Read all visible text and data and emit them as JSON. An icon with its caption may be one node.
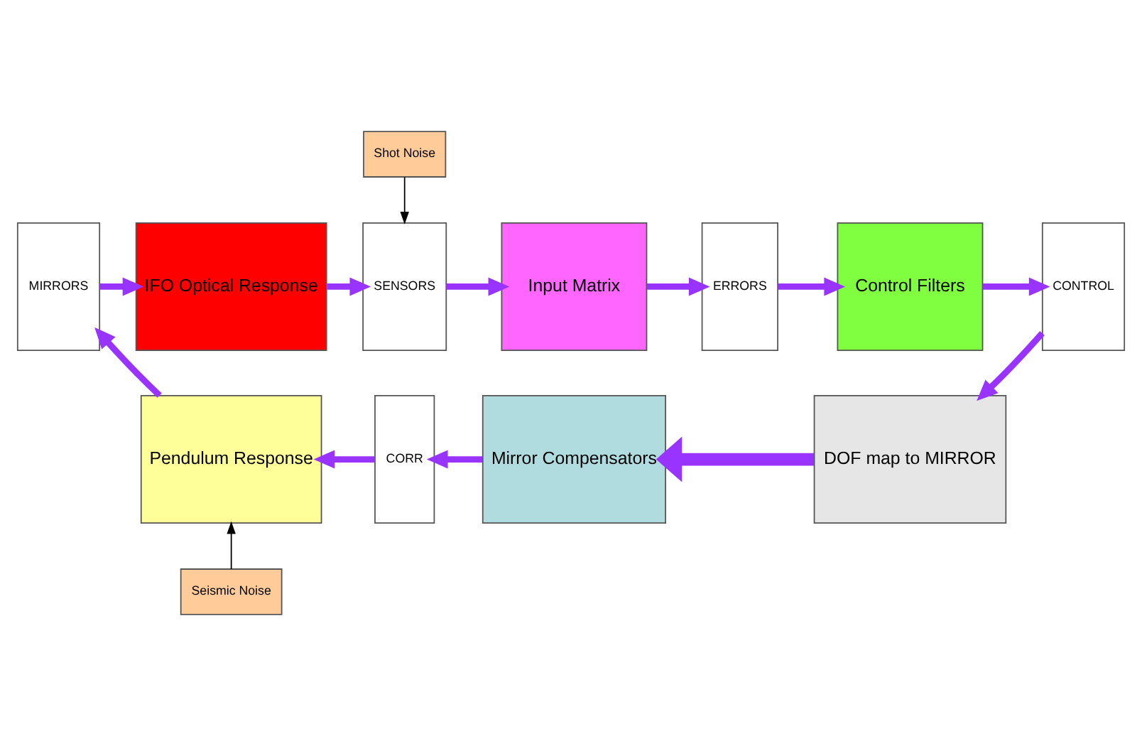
{
  "diagram": {
    "nodes": [
      {
        "text": [
          "Shot Noise"
        ]
      },
      {
        "text": [
          "MIRRORS"
        ]
      },
      {
        "text": [
          "IFO Optical Response"
        ]
      },
      {
        "text": [
          "SENSORS"
        ]
      },
      {
        "text": [
          "Input Matrix"
        ]
      },
      {
        "text": [
          "ERRORS"
        ]
      },
      {
        "text": [
          "Control Filters"
        ]
      },
      {
        "text": [
          "CONTROL"
        ]
      },
      {
        "text": [
          "Pendulum Response"
        ]
      },
      {
        "text": [
          "CORR"
        ]
      },
      {
        "text": [
          "Mirror Compensators"
        ]
      },
      {
        "text": [
          "DOF map to MIRROR"
        ]
      },
      {
        "text": [
          "Seismic Noise"
        ]
      }
    ],
    "edges": [
      {
        "from": 0,
        "to": 3,
        "arrow": "to",
        "color": "#000000"
      },
      {
        "from": 1,
        "to": 2,
        "arrow": "to"
      },
      {
        "from": 2,
        "to": 3,
        "arrow": "to"
      },
      {
        "from": 3,
        "to": 4,
        "arrow": "to"
      },
      {
        "from": 4,
        "to": 5,
        "arrow": "to"
      },
      {
        "from": 5,
        "to": 6,
        "arrow": "to"
      },
      {
        "from": 6,
        "to": 7,
        "arrow": "to"
      },
      {
        "from": 7,
        "to": 11,
        "arrow": "to"
      },
      {
        "from": 11,
        "to": 10,
        "arrow": "to",
        "style": "thick"
      },
      {
        "from": 10,
        "to": 9,
        "arrow": "to"
      },
      {
        "from": 9,
        "to": 8,
        "arrow": "to"
      },
      {
        "from": 8,
        "to": 1,
        "arrow": "to"
      },
      {
        "from": 12,
        "to": 8,
        "arrow": "to",
        "color": "#000000"
      }
    ]
  }
}
